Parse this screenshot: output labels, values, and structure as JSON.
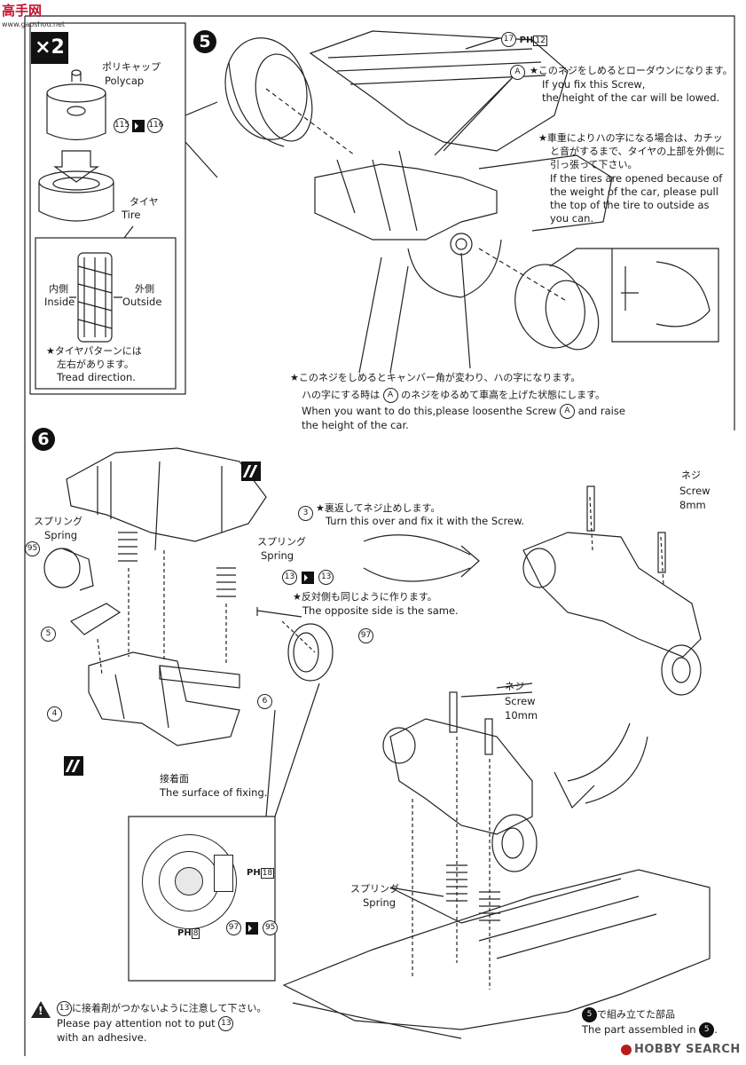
{
  "watermark_top": {
    "name": "高手网",
    "url": "www.gaoshou.net"
  },
  "left_panel": {
    "multiplier": "×2",
    "polycap_jp": "ポリキャップ",
    "polycap_en": "Polycap",
    "part_a": "115",
    "part_b": "116",
    "tire_jp": "タイヤ",
    "tire_en": "Tire",
    "inside_jp": "内側",
    "inside_en": "Inside",
    "outside_jp": "外側",
    "outside_en": "Outside",
    "tread_jp_1": "★タイヤパターンには",
    "tread_jp_2": "左右があります。",
    "tread_en": "Tread direction."
  },
  "step5": {
    "number": "5",
    "part_17": "17",
    "ph_label": "PH",
    "ph_17": "12",
    "screw_a": "A",
    "note1_jp": "★このネジをしめるとローダウンになります。",
    "note1_en_1": "If you fix this Screw,",
    "note1_en_2": "the height of the car will be lowed.",
    "note2_jp_1": "★車重によりハの字になる場合は、カチッ",
    "note2_jp_2": "と音がするまで、タイヤの上部を外側に",
    "note2_jp_3": "引っ張って下さい。",
    "note2_en_1": "If the tires are opened because of",
    "note2_en_2": "the weight of the car, please pull",
    "note2_en_3": "the top of the tire to outside as",
    "note2_en_4": "you can.",
    "note3_jp_1": "★このネジをしめるとキャンバー角が変わり、ハの字になります。",
    "note3_jp_2a": "ハの字にする時は",
    "note3_jp_2b": "のネジをゆるめて車高を上げた状態にします。",
    "note3_en_1a": "When you want to do this,please loosenthe Screw",
    "note3_en_1b": "and raise",
    "note3_en_2": "the height of the car."
  },
  "step6": {
    "number": "6",
    "spring_jp": "スプリング",
    "spring_en": "Spring",
    "part_95": "95",
    "part_5": "5",
    "part_4": "4",
    "part_3": "3",
    "part_6": "6",
    "part_13": "13",
    "part_97": "97",
    "turn_jp": "★裏返してネジ止めします。",
    "turn_en": "Turn this over and fix it with the Screw.",
    "opp_jp": "★反対側も同じように作ります。",
    "opp_en": "The opposite side is the same.",
    "surface_jp": "接着面",
    "surface_en": "The surface of fixing.",
    "screw_jp": "ネジ",
    "screw_en": "Screw",
    "screw_8": "8mm",
    "screw_10": "10mm",
    "ph_18": "18",
    "ph_8": "8",
    "detail_97": "97",
    "detail_95": "95",
    "caution_part": "13",
    "caution_jp": "に接着剤がつかないように注意して下さい。",
    "caution_en_1": "Please pay attention not to put",
    "caution_en_2": "with an adhesive.",
    "assembled_jp": "で組み立てた部品",
    "assembled_en": "The part assembled in",
    "assembled_ref": "5"
  },
  "footer_logo": "HOBBY SEARCH"
}
